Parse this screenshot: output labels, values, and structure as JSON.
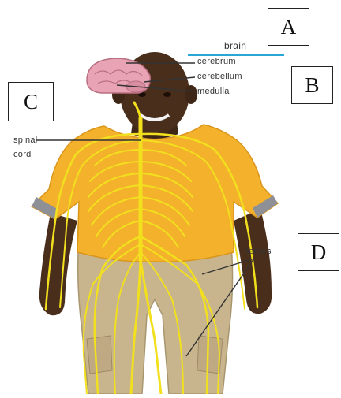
{
  "diagram": {
    "labels": {
      "brain": "brain",
      "cerebrum": "cerebrum",
      "cerebellum": "cerebellum",
      "medulla": "medulla",
      "spinal": "spinal",
      "cord": "cord",
      "nerves": "nerves"
    },
    "boxes": {
      "a": "A",
      "b": "B",
      "c": "C",
      "d": "D"
    },
    "colors": {
      "nerve": "#f2e01e",
      "nerve_edge": "#c9b400",
      "shirt": "#f3b12c",
      "pants": "#c8b58e",
      "skin": "#4a2e1c",
      "brain": "#e8a3b4",
      "brain_line": "#2aa7d6"
    }
  }
}
